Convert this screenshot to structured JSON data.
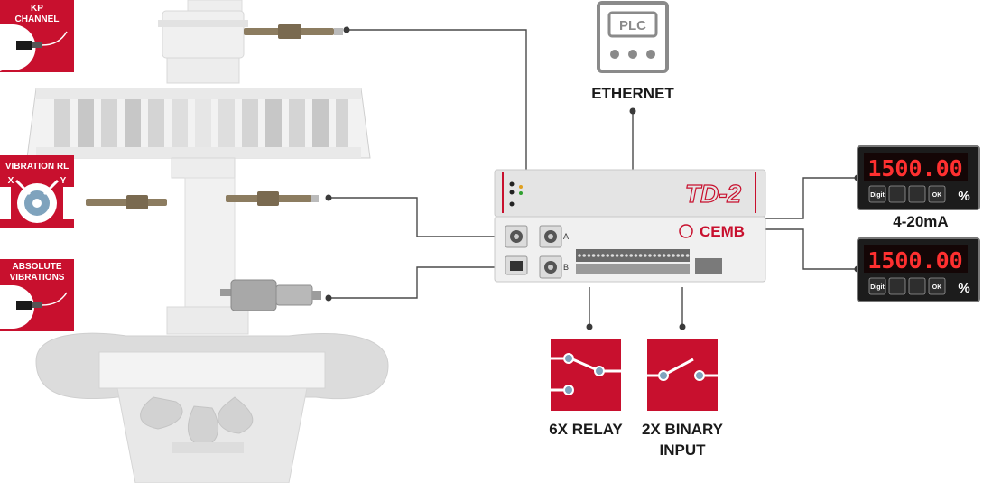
{
  "badges": {
    "kp_channel": [
      "KP",
      "CHANNEL"
    ],
    "vibration_rl": [
      "VIBRATION RL"
    ],
    "vibration_rl_axes": [
      "X",
      "Y"
    ],
    "absolute_vibrations": [
      "ABSOLUTE",
      "VIBRATIONS"
    ]
  },
  "device": {
    "model": "TD-2",
    "brand": "CEMB",
    "channel_a": "A",
    "channel_b": "B"
  },
  "plc": {
    "label": "PLC"
  },
  "labels": {
    "ethernet": "ETHERNET",
    "analog_output": "4-20mA",
    "relay": "6X RELAY",
    "binary_input": [
      "2X BINARY",
      "INPUT"
    ]
  },
  "displays": {
    "reading": "1500.00",
    "buttons": [
      "Digit",
      "",
      "",
      "OK"
    ],
    "unit": "%"
  },
  "colors": {
    "brand_red": "#c8102e",
    "line": "#4a4a4a",
    "machine": "#e6e6e6"
  }
}
